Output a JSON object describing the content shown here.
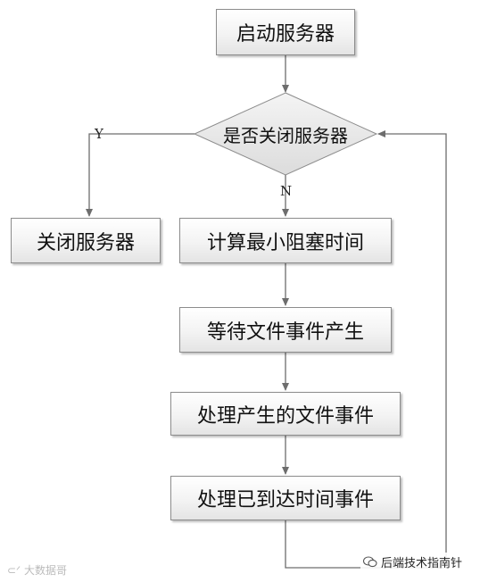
{
  "nodes": {
    "start": "启动服务器",
    "decision": "是否关闭服务器",
    "shutdown": "关闭服务器",
    "compute": "计算最小阻塞时间",
    "wait": "等待文件事件产生",
    "process_file": "处理产生的文件事件",
    "process_time": "处理已到达时间事件"
  },
  "edge_labels": {
    "yes": "Y",
    "no": "N"
  },
  "footer": {
    "watermark_text": "大数据哥",
    "brand_text": "后端技术指南针"
  },
  "colors": {
    "line": "#6d6d6d",
    "box_border": "#8c8c8c",
    "decision_fill": "#e6e6e6"
  }
}
